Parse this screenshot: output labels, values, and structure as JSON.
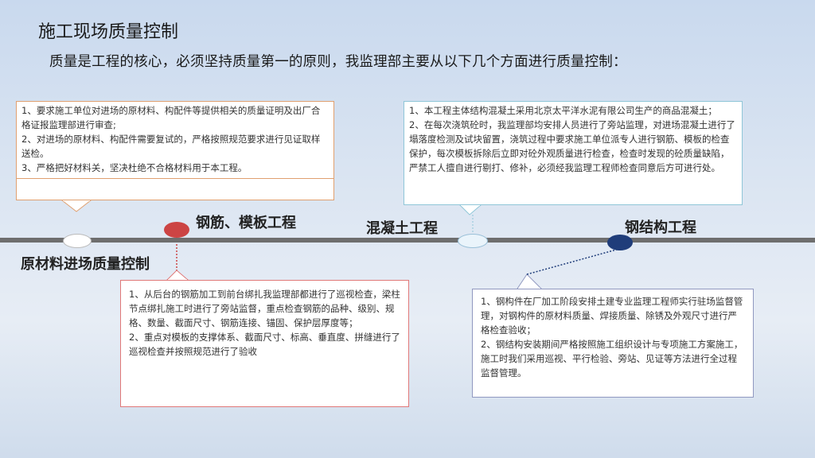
{
  "header": {
    "title": "施工现场质量控制",
    "subtitle": "质量是工程的核心，必须坚持质量第一的原则，我监理部主要从以下几个方面进行质量控制："
  },
  "timeline": {
    "labels": [
      "原材料进场质量控制",
      "钢筋、模板工程",
      "混凝土工程",
      "钢结构工程"
    ]
  },
  "boxes": {
    "materials": [
      "1、要求施工单位对进场的原材料、构配件等提供相关的质量证明及出厂合格证报监理部进行审查;",
      "2、对进场的原材料、构配件需要复试的，严格按照规范要求进行见证取样送检。",
      "3、严格把好材料关，坚决杜绝不合格材料用于本工程。"
    ],
    "concrete": [
      "1、本工程主体结构混凝土采用北京太平洋水泥有限公司生产的商品混凝土；",
      "2、在每次浇筑砼时，我监理部均安排人员进行了旁站监理，对进场混凝土进行了塌落度检测及试块留置，浇筑过程中要求施工单位派专人进行钢筋、模板的检查保护，每次模板拆除后立即对砼外观质量进行检查，检查时发现的砼质量缺陷，严禁工人擅自进行剔打、修补，必须经我监理工程师检查同意后方可进行处。"
    ],
    "rebar": [
      "1、从后台的钢筋加工到前台绑扎我监理部都进行了巡视检查，梁柱节点绑扎施工时进行了旁站监督，重点检查钢筋的品种、级别、规格、数量、截面尺寸、钢筋连接、锚固、保护层厚度等；",
      "2、重点对模板的支撑体系、截面尺寸、标高、垂直度、拼缝进行了巡视检查并按照规范进行了验收"
    ],
    "steel": [
      "1、钢构件在厂加工阶段安排土建专业监理工程师实行驻场监督管理，对钢构件的原材料质量、焊接质量、除锈及外观尺寸进行严格检查验收；",
      "2、钢结构安装期间严格按照施工组织设计与专项施工方案施工，施工时我们采用巡视、平行检验、旁站、见证等方法进行全过程监督管理。"
    ]
  },
  "colors": {
    "timeline": "#6e6e6e",
    "node_rebar": "#cc4444",
    "node_steel": "#1f3d7a",
    "border_materials": "#e0a070",
    "border_concrete": "#8fc6d8",
    "border_rebar": "#e07878",
    "border_steel": "#9098c0"
  }
}
